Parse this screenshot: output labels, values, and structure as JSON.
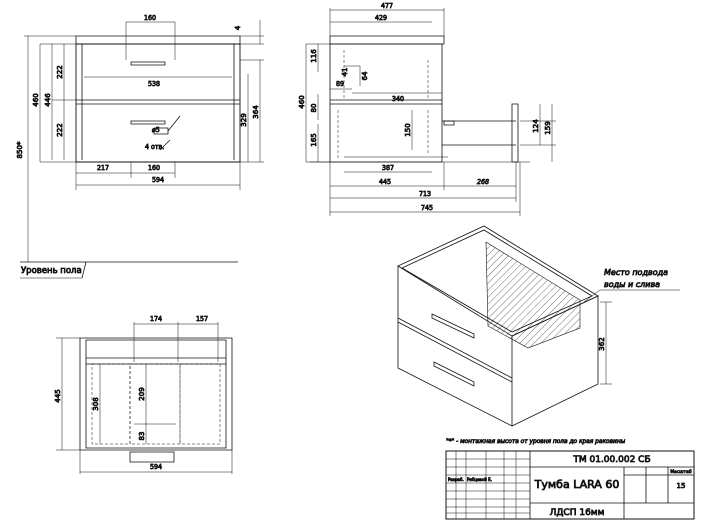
{
  "front_view": {
    "top_width": "160",
    "inner_width": "538",
    "bottom_mid": "160",
    "bottom_left": "217",
    "overall_width": "594",
    "left_dim_1": "222",
    "left_dim_2": "222",
    "left_dim_3": "446",
    "left_dim_4": "460",
    "right_dim_1": "4",
    "right_dim_2": "329",
    "right_dim_3": "364",
    "hole_dia": "⌀5",
    "hole_count": "4 отв."
  },
  "floor": {
    "height": "850*",
    "label": "Уровень пола"
  },
  "side_view": {
    "top_outer": "477",
    "top_inner": "429",
    "d_89": "89",
    "d_340": "340",
    "d_387": "387",
    "d_445": "445",
    "d_268": "268",
    "d_713": "713",
    "d_745": "745",
    "left_116": "116",
    "left_80": "80",
    "left_165": "165",
    "left_460": "460",
    "small_41": "41",
    "small_64": "64",
    "small_150": "150",
    "right_124": "124",
    "right_159": "159"
  },
  "top_view": {
    "w174": "174",
    "w157": "157",
    "h445": "445",
    "h308": "308",
    "h209": "209",
    "h83": "83",
    "w594": "594"
  },
  "iso_view": {
    "note_line1": "Место подвода",
    "note_line2": "воды и слива",
    "h362": "362"
  },
  "footnote": "\"*\" - монтажная высота от уровня пола до края раковины",
  "title_block": {
    "code": "ТМ 01.00.002 СБ",
    "name": "Тумба LARA 60",
    "scale_label": "Масштаб",
    "scale": "15",
    "sign_left": "Разраб.",
    "sign_name": "Рябцевой Е.",
    "material": "ЛДСП 16мм"
  }
}
